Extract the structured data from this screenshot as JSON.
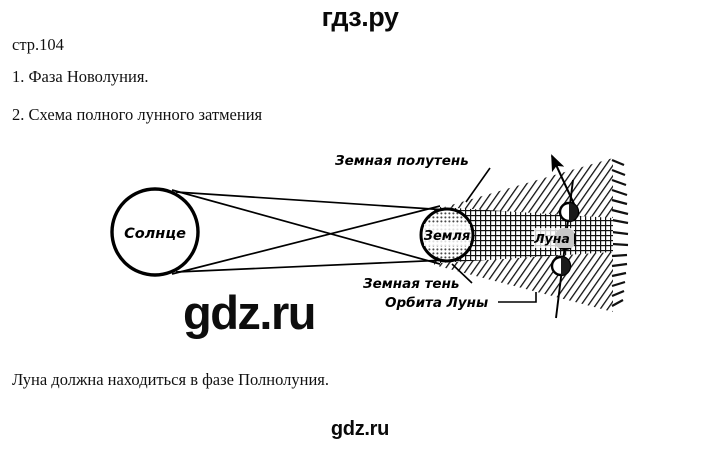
{
  "site": {
    "header_brand": "гдз.ру",
    "footer_brand": "gdz.ru",
    "center_watermark": "gdz.ru"
  },
  "content": {
    "page_ref": "стр.104",
    "answer_1": "1. Фаза Новолуния.",
    "answer_2": "2. Схема полного лунного затмения",
    "closing": "Луна должна находиться в фазе Полнолуния."
  },
  "diagram": {
    "title": "Схема полного лунного затмения",
    "bodies": {
      "sun_label": "Солнце",
      "earth_label": "Земля",
      "moon_label": "Луна"
    },
    "annotations": {
      "penumbra": "Земная  полутень",
      "umbra": "Земная тень",
      "moon_orbit": "Орбита Луны"
    },
    "colors": {
      "ink": "#000000",
      "paper": "#ffffff",
      "hatch": "#1a1a1a"
    }
  }
}
